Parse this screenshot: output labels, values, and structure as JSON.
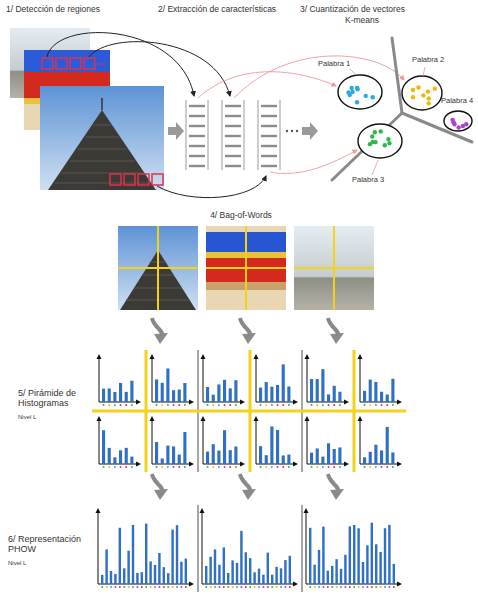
{
  "diagram": {
    "labels": [
      "1/ Detección de regiones",
      "2/ Extracción de características",
      "3/ Cuantización de vectores",
      "K-means",
      "Palabra 1",
      "Palabra 2",
      "Palabra 4",
      "Palabra 3",
      "4/ Bag-of-Words",
      "5/ Pirámide de Histogramas",
      "Nivel L",
      "6/ Representación PHOW",
      "Nivel L"
    ]
  }
}
